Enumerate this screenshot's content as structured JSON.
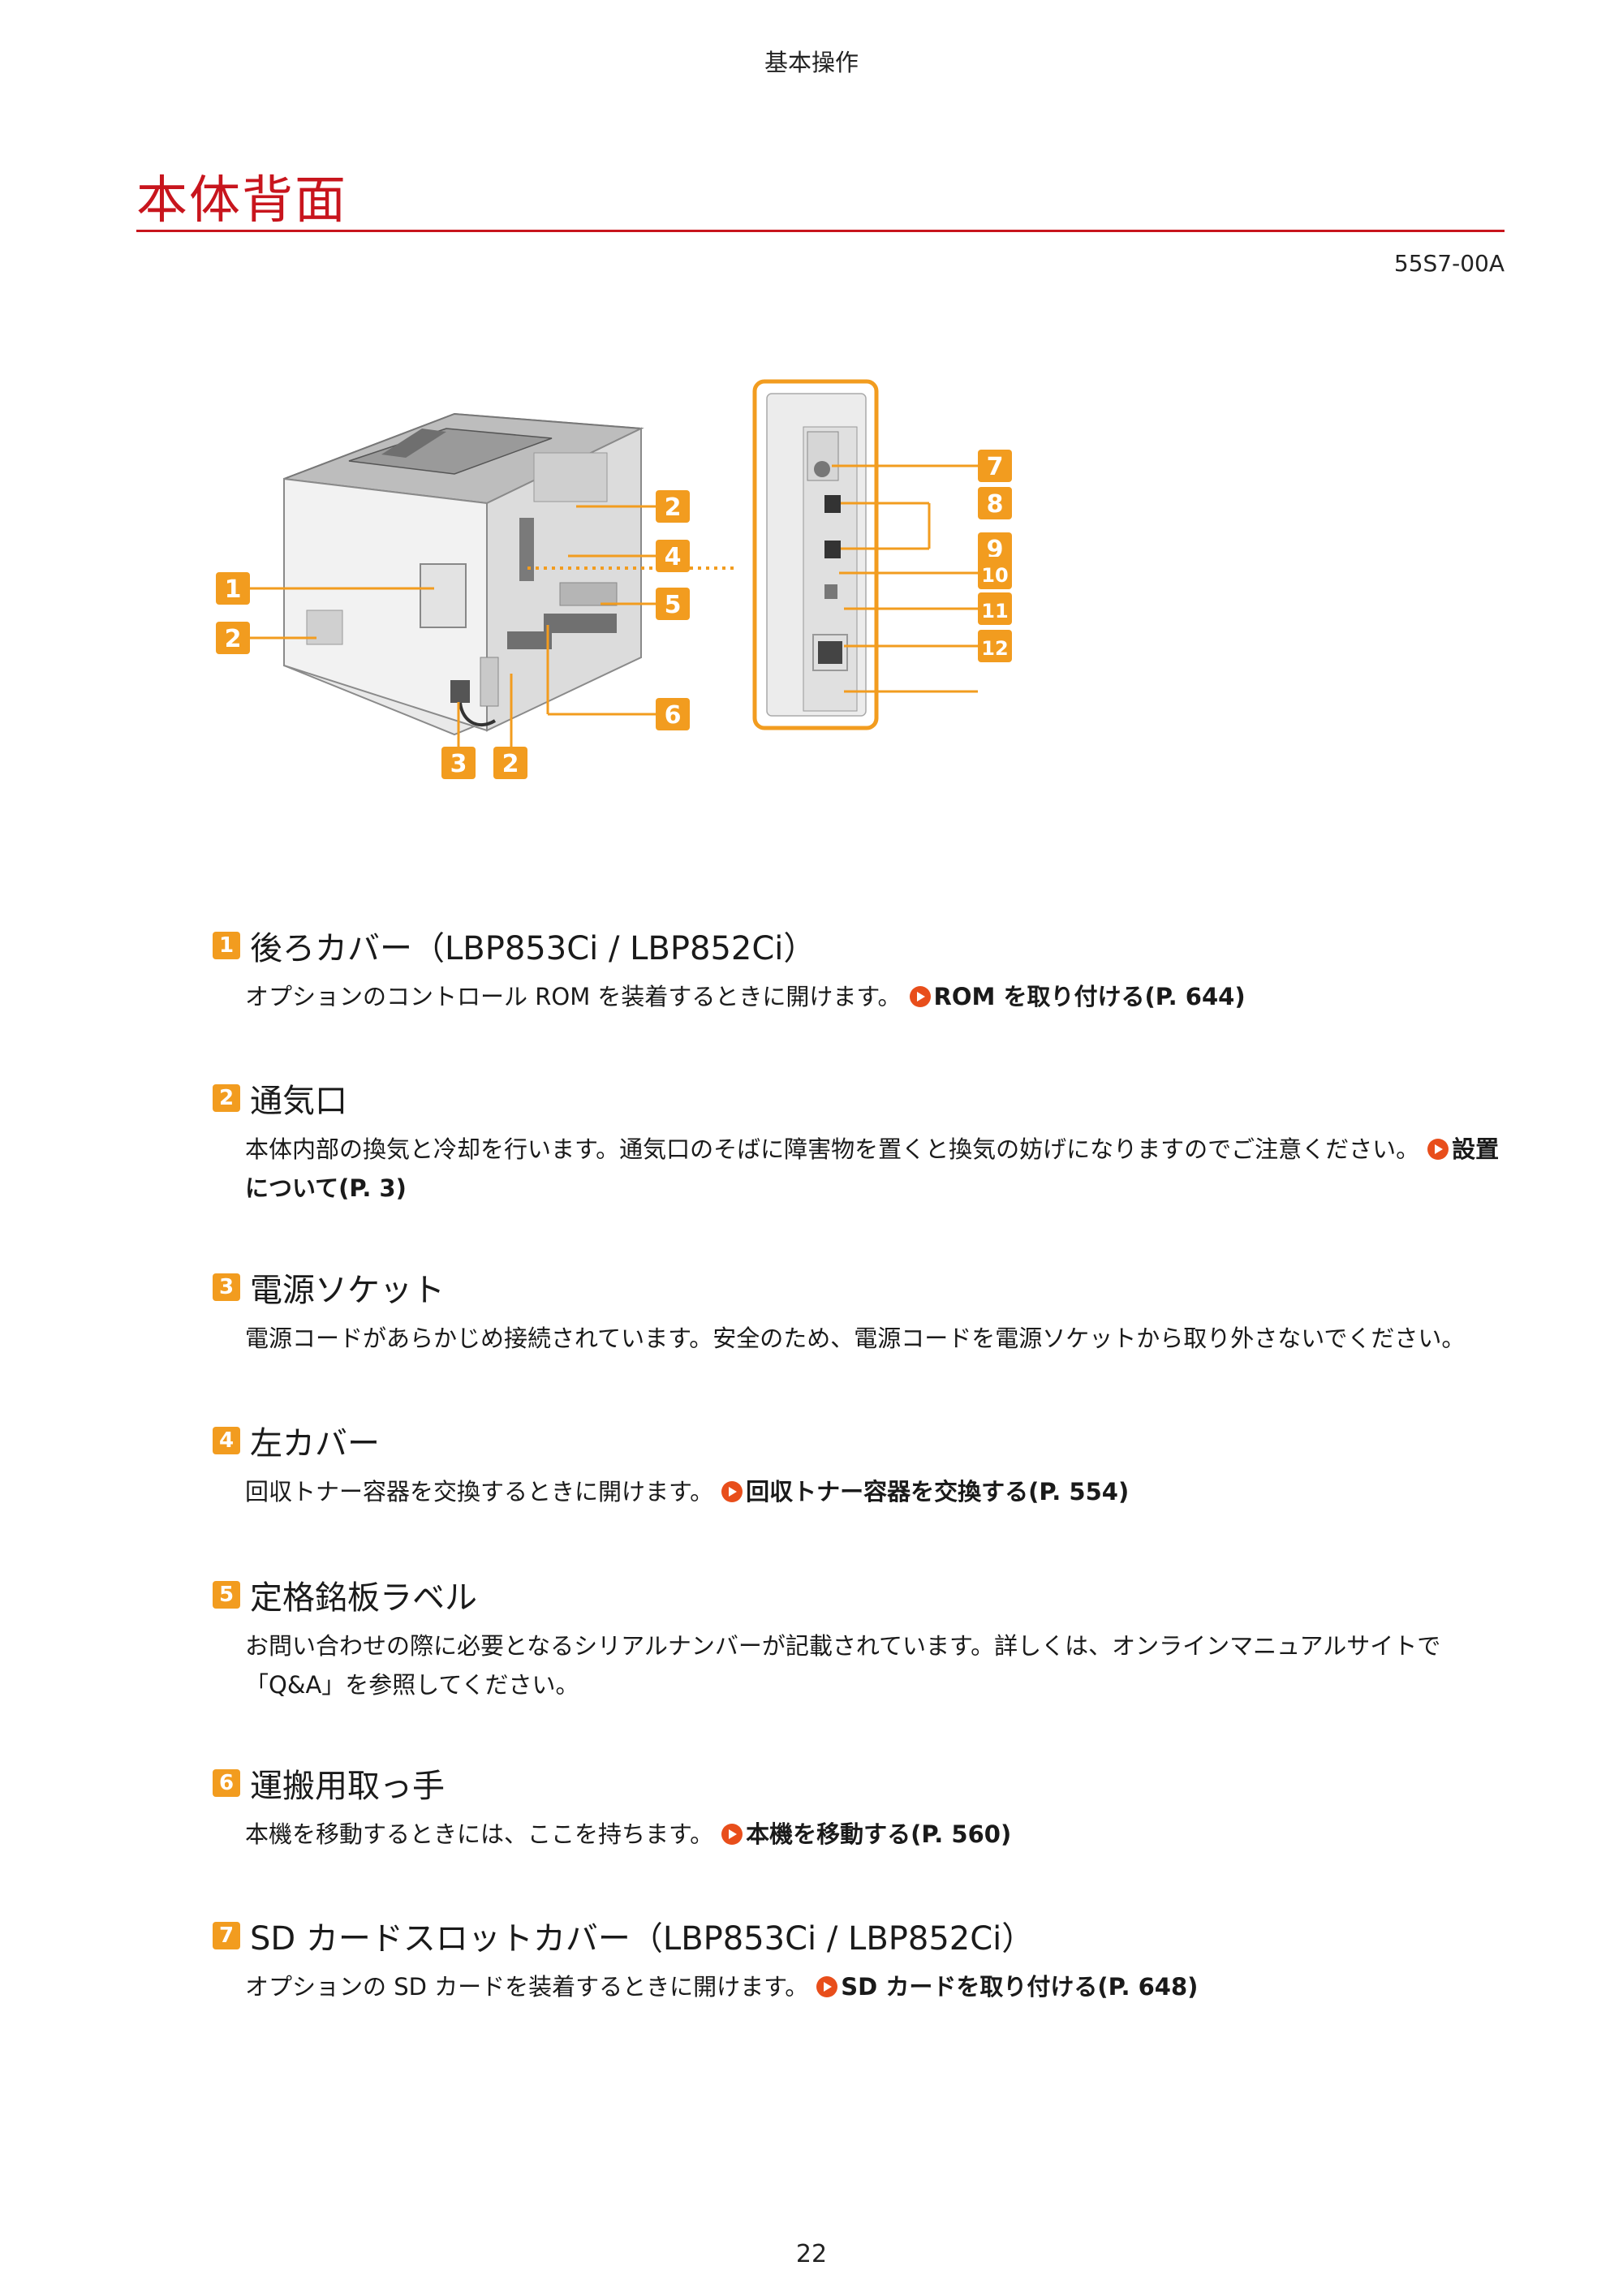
{
  "header": {
    "section_name": "基本操作"
  },
  "page": {
    "title": "本体背面",
    "doc_id": "55S7-00A",
    "page_number": "22"
  },
  "figure": {
    "callouts": [
      "1",
      "2",
      "2",
      "2",
      "3",
      "4",
      "5",
      "6",
      "7",
      "8",
      "9",
      "10",
      "11",
      "12"
    ],
    "colors": {
      "callout": "#f29c1f",
      "leader": "#f29c1f",
      "frame": "#f29c1f",
      "printer_body": "#e9e9e9",
      "printer_top": "#bdbdbd"
    }
  },
  "sections": [
    {
      "num": "1",
      "title": "後ろカバー（LBP853Ci / LBP852Ci）",
      "body": "オプションのコントロール ROM を装着するときに開けます。",
      "link": "ROM を取り付ける(P. 644)"
    },
    {
      "num": "2",
      "title": "通気口",
      "body": "本体内部の換気と冷却を行います。通気口のそばに障害物を置くと換気の妨げになりますのでご注意ください。",
      "link": "設置について(P. 3)"
    },
    {
      "num": "3",
      "title": "電源ソケット",
      "body": "電源コードがあらかじめ接続されています。安全のため、電源コードを電源ソケットから取り外さないでください。",
      "link": ""
    },
    {
      "num": "4",
      "title": "左カバー",
      "body": "回収トナー容器を交換するときに開けます。",
      "link": "回収トナー容器を交換する(P. 554)"
    },
    {
      "num": "5",
      "title": "定格銘板ラベル",
      "body": "お問い合わせの際に必要となるシリアルナンバーが記載されています。詳しくは、オンラインマニュアルサイトで「Q&A」を参照してください。",
      "link": ""
    },
    {
      "num": "6",
      "title": "運搬用取っ手",
      "body": "本機を移動するときには、ここを持ちます。",
      "link": "本機を移動する(P. 560)"
    },
    {
      "num": "7",
      "title": "SD カードスロットカバー（LBP853Ci / LBP852Ci）",
      "body": "オプションの SD カードを装着するときに開けます。",
      "link": "SD カードを取り付ける(P. 648)"
    }
  ]
}
